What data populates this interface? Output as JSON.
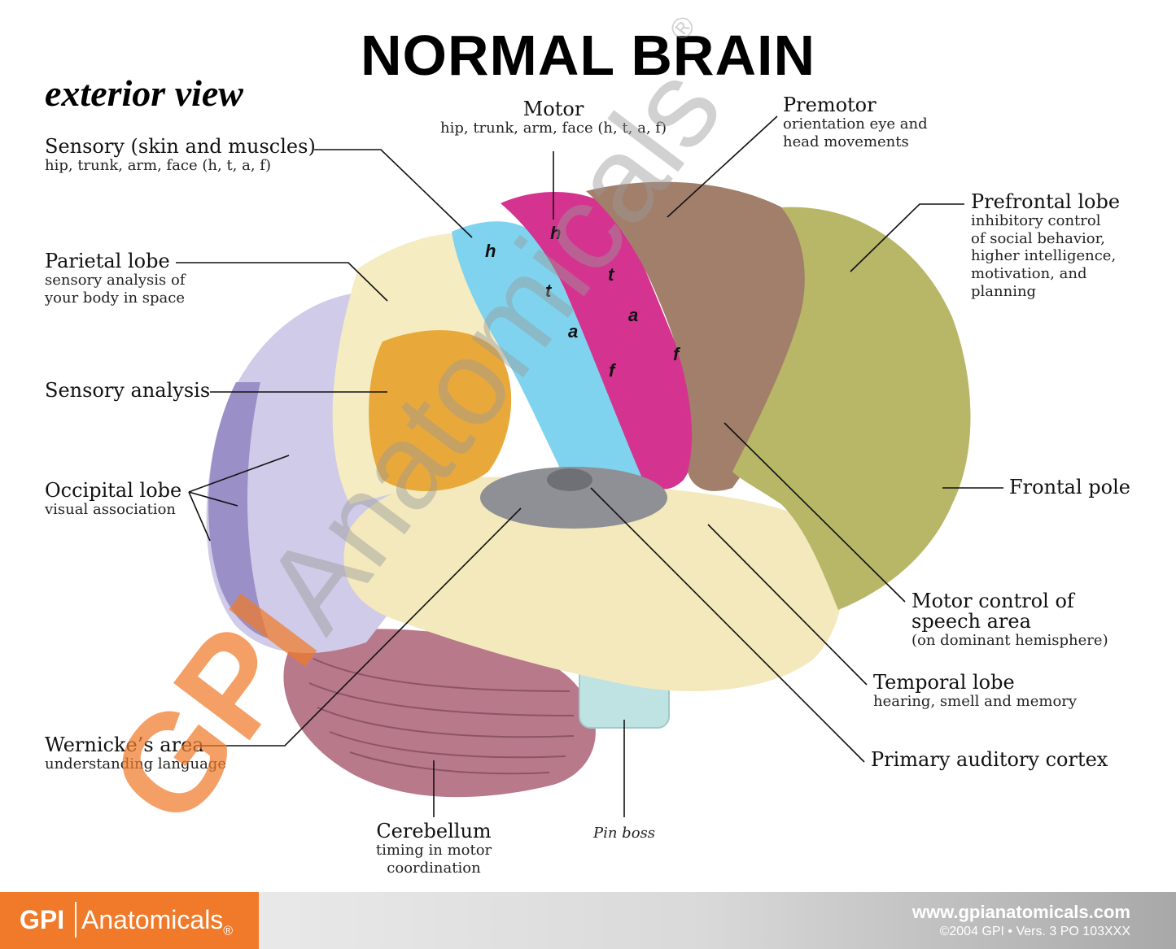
{
  "title": "NORMAL BRAIN",
  "subtitle": "exterior view",
  "labels": {
    "motor": {
      "title": "Motor",
      "desc": "hip, trunk, arm, face (h, t, a, f)"
    },
    "premotor": {
      "title": "Premotor",
      "desc1": "orientation eye and",
      "desc2": "head movements"
    },
    "sensory": {
      "title": "Sensory (skin and muscles)",
      "desc": "hip, trunk, arm, face (h, t, a, f)"
    },
    "prefrontal": {
      "title": "Prefrontal lobe",
      "desc1": "inhibitory control",
      "desc2": "of social behavior,",
      "desc3": "higher intelligence,",
      "desc4": "motivation, and",
      "desc5": "planning"
    },
    "parietal": {
      "title": "Parietal lobe",
      "desc1": "sensory analysis of",
      "desc2": "your body in space"
    },
    "sensory_analysis": {
      "title": "Sensory analysis"
    },
    "occipital": {
      "title": "Occipital lobe",
      "desc": "visual association"
    },
    "frontal_pole": {
      "title": "Frontal pole"
    },
    "motor_speech": {
      "title1": "Motor control of",
      "title2": "speech area",
      "desc": "(on dominant hemisphere)"
    },
    "temporal": {
      "title": "Temporal lobe",
      "desc": "hearing, smell and memory"
    },
    "wernicke": {
      "title": "Wernicke’s area",
      "desc": "understanding language"
    },
    "auditory": {
      "title": "Primary auditory cortex"
    },
    "cerebellum": {
      "title": "Cerebellum",
      "desc1": "timing in motor",
      "desc2": "coordination"
    },
    "pin_boss": {
      "title": "Pin boss"
    }
  },
  "brain_letters": {
    "sensory": [
      "h",
      "t",
      "a",
      "f"
    ],
    "motor": [
      "h",
      "t",
      "a",
      "f"
    ]
  },
  "watermark": {
    "brand": "GPI",
    "name": "Anatomicals",
    "mark": "®"
  },
  "footer": {
    "logo_gpi": "GPI",
    "logo_name": "Anatomicals",
    "logo_mark": "®",
    "url": "www.gpianatomicals.com",
    "copyright": "©2004 GPI • Vers. 3 PO 103XXX"
  },
  "colors": {
    "occipital": "#cfcbe8",
    "occipital_dark": "#9b8fc7",
    "parietal": "#f5ecc2",
    "sensory_analysis": "#e9a93a",
    "sensory_strip": "#7fd3ee",
    "motor_strip": "#d4338f",
    "premotor": "#a27f6b",
    "prefrontal": "#b7b767",
    "temporal": "#f3e9bd",
    "wernicke": "#8f9096",
    "cerebellum": "#b8798a",
    "pin_boss": "#bfe3e3",
    "watermark": "#f07a2a",
    "footer_orange": "#f07a2a"
  }
}
